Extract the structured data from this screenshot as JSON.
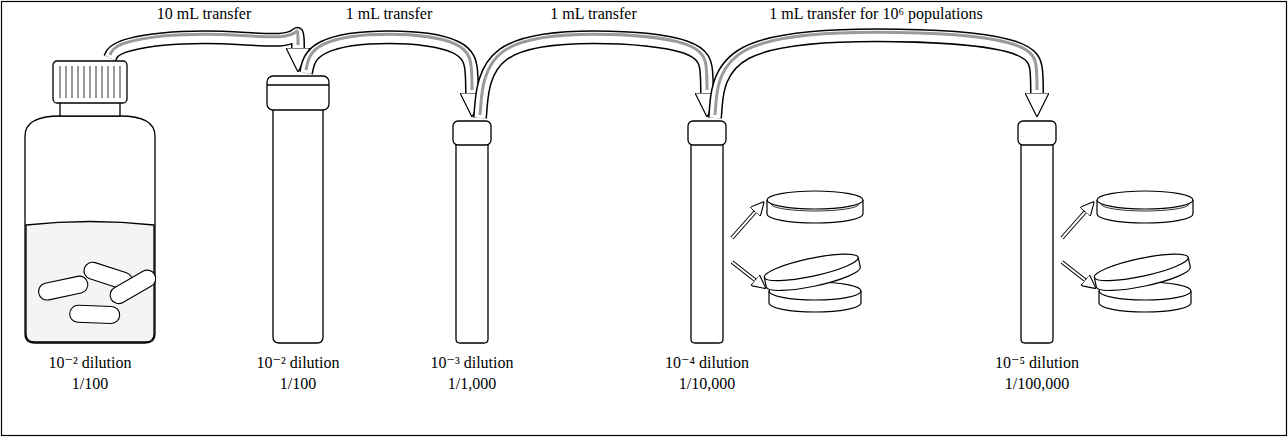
{
  "diagram": {
    "nodes": [
      {
        "text": [
          "10⁻² dilution",
          "1/100"
        ]
      },
      {
        "text": [
          "10⁻² dilution",
          "1/100"
        ]
      },
      {
        "text": [
          "10⁻³ dilution",
          "1/1,000"
        ]
      },
      {
        "text": [
          "10⁻⁴ dilution",
          "1/10,000"
        ]
      },
      {
        "text": [
          "10⁻⁵ dilution",
          "1/100,000"
        ]
      }
    ],
    "edges": [
      {
        "from": 0,
        "to": 1,
        "arrow": "to",
        "label": "10 mL transfer"
      },
      {
        "from": 1,
        "to": 2,
        "arrow": "to",
        "label": "1 mL transfer"
      },
      {
        "from": 2,
        "to": 3,
        "arrow": "to",
        "label": "1 mL transfer"
      },
      {
        "from": 3,
        "to": 4,
        "arrow": "to",
        "label": "1 mL transfer for 10⁶ populations"
      }
    ]
  }
}
